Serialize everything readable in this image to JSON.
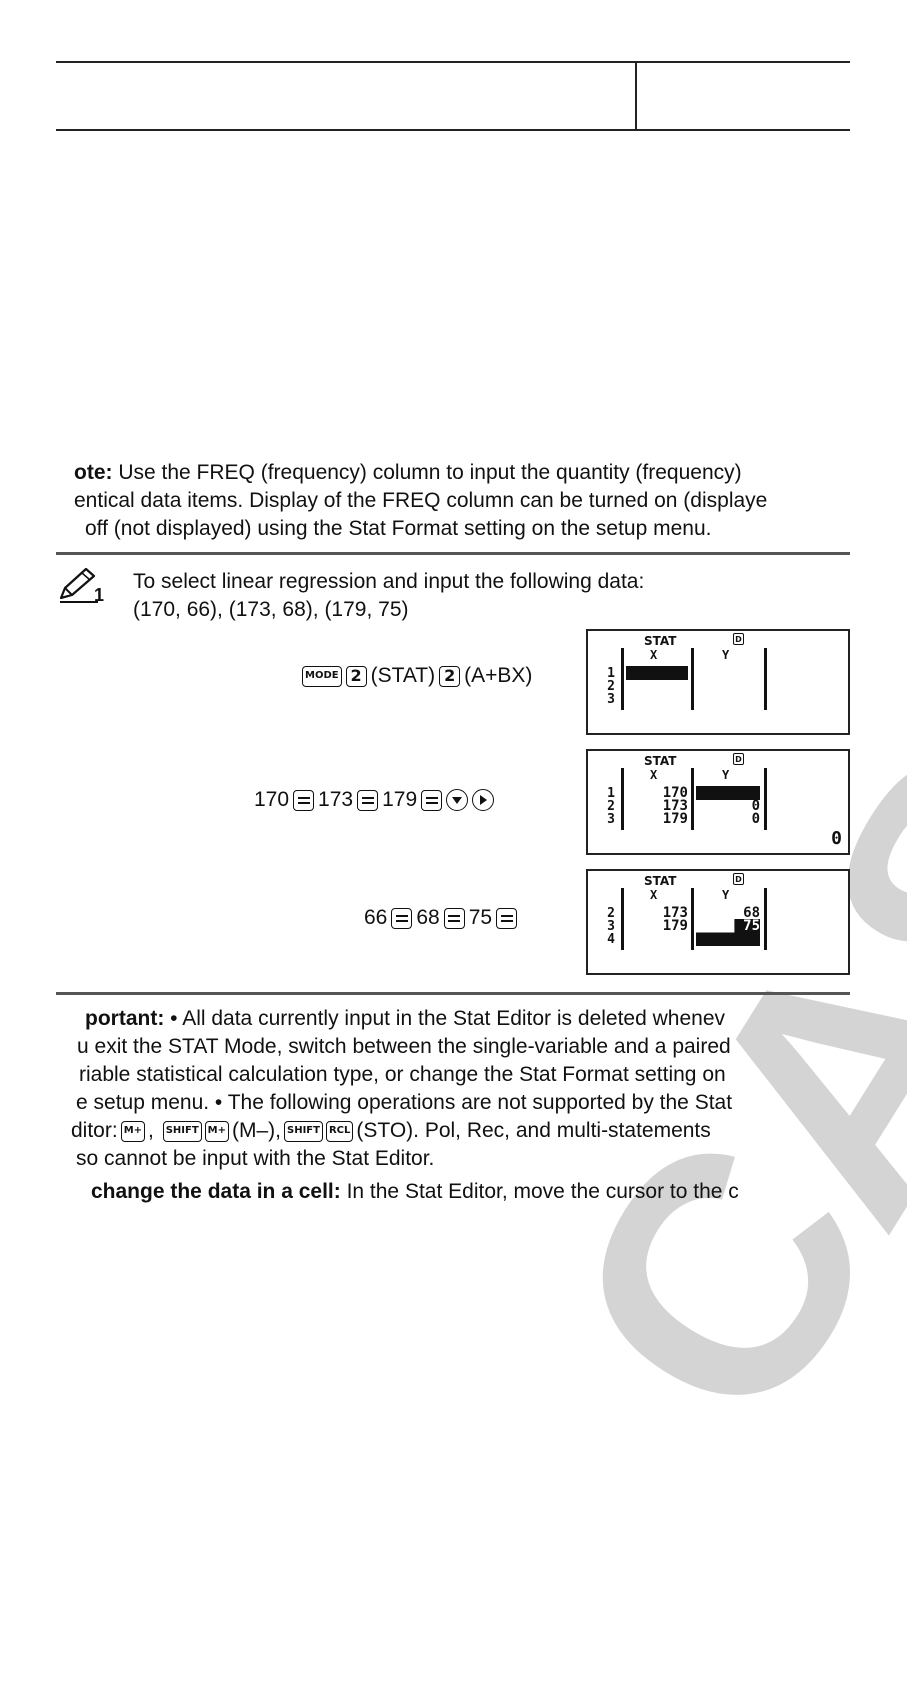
{
  "note": {
    "label": "ote:",
    "line1": " Use the FREQ (frequency) column to input the quantity (frequency)",
    "line2": "entical data items. Display of the FREQ column can be turned on (displaye",
    "line3": "off (not displayed) using the Stat Format setting on the setup menu."
  },
  "example": {
    "icon": "pencil-icon",
    "number": "1",
    "line1": "To select linear regression and input the following data:",
    "line2": "(170, 66), (173, 68), (179, 75)"
  },
  "steps": [
    {
      "keys": [
        "MODE",
        "2",
        "(STAT)",
        "2",
        "(A+BX)"
      ],
      "screen": {
        "stat": "STAT",
        "dflag": "D",
        "col_x": "X",
        "col_y": "Y",
        "rows": [
          "1",
          "2",
          "3"
        ],
        "x_values": [
          "",
          "",
          ""
        ],
        "y_values": [
          "",
          "",
          ""
        ],
        "status": ""
      }
    },
    {
      "keys": [
        "170",
        "=",
        "173",
        "=",
        "179",
        "=",
        "down-arrow",
        "right-arrow"
      ],
      "screen": {
        "stat": "STAT",
        "dflag": "D",
        "col_x": "X",
        "col_y": "Y",
        "rows": [
          "1",
          "2",
          "3"
        ],
        "x_values": [
          "170",
          "173",
          "179"
        ],
        "y_values": [
          "",
          "0",
          "0"
        ],
        "status": "0"
      }
    },
    {
      "keys": [
        "66",
        "=",
        "68",
        "=",
        "75",
        "="
      ],
      "screen": {
        "stat": "STAT",
        "dflag": "D",
        "col_x": "X",
        "col_y": "Y",
        "rows": [
          "2",
          "3",
          "4"
        ],
        "x_values": [
          "173",
          "179",
          ""
        ],
        "y_values": [
          "68",
          "75",
          ""
        ],
        "status": ""
      }
    }
  ],
  "important": {
    "label": "portant:",
    "line1": " • All data currently input in the Stat Editor is deleted whenev",
    "line2": "u exit the STAT Mode, switch between the single-variable and a paired",
    "line3": "riable statistical calculation type, or change the Stat Format setting on",
    "line4": "e setup menu.  • The following operations are not supported by the Stat",
    "line5_a": "ditor: ",
    "key_mplus": "M+",
    "key_shift": "SHIFT",
    "key_rcl": "RCL",
    "line5_b": "(M–), ",
    "line5_c": "(STO). Pol, Rec, and multi-statements",
    "line6": "so cannot be input with the Stat Editor."
  },
  "change": {
    "label": "change the data in a cell:",
    "text": " In the Stat Editor, move the cursor to the c"
  },
  "watermark": "CASIO"
}
